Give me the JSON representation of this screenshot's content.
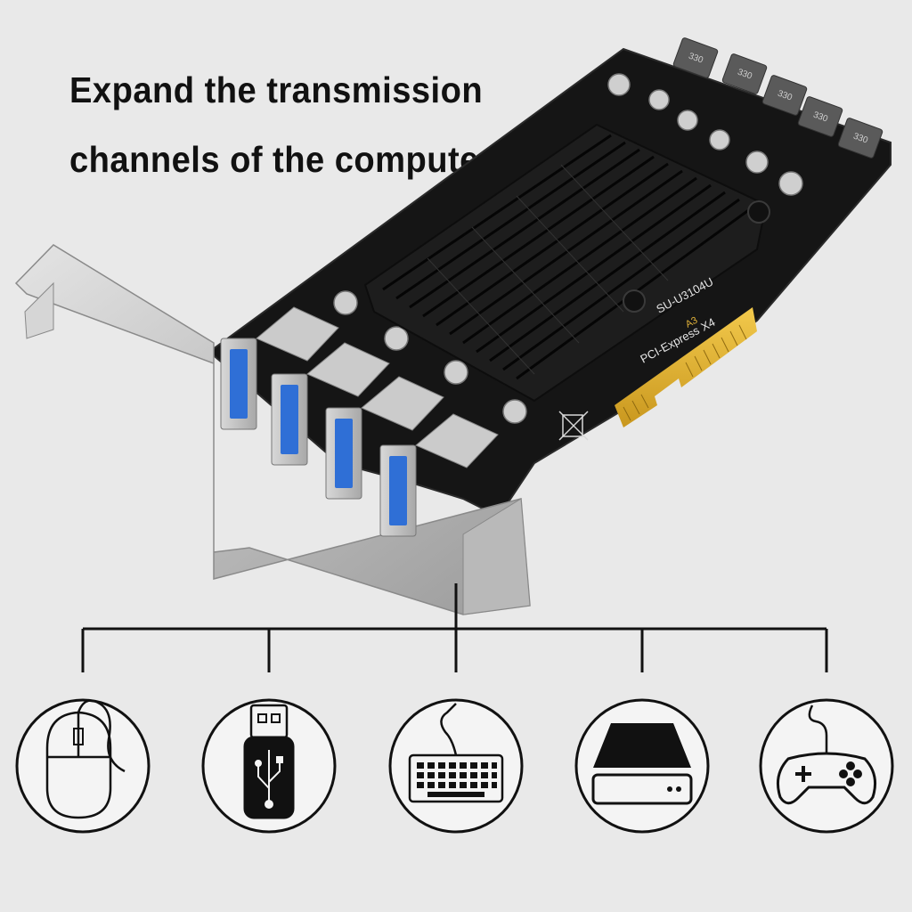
{
  "headline": {
    "line1": "Expand the transmission",
    "line2": "channels of the computer"
  },
  "card": {
    "model": "SU-U3104U",
    "interface": "PCI-Express",
    "lane": "X4",
    "revision": "A3",
    "inductor_marking": "330",
    "port_count": 4,
    "port_color": "#2f6fd6"
  },
  "devices": [
    {
      "name": "mouse",
      "icon": "mouse-icon"
    },
    {
      "name": "usb-flash-drive",
      "icon": "usb-drive-icon"
    },
    {
      "name": "keyboard",
      "icon": "keyboard-icon"
    },
    {
      "name": "hard-drive",
      "icon": "hard-drive-icon"
    },
    {
      "name": "gamepad",
      "icon": "gamepad-icon"
    }
  ]
}
